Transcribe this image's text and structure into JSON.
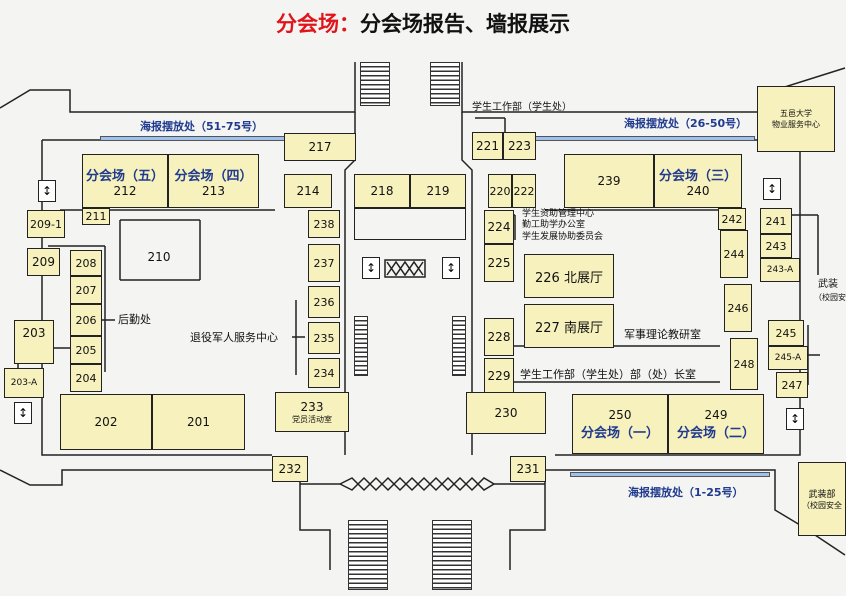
{
  "header": {
    "prefix": "分会场：",
    "title": "分会场报告、墙报展示"
  },
  "poster_areas": [
    {
      "id": "p-left",
      "label": "海报摆放处（51-75号）"
    },
    {
      "id": "p-right",
      "label": "海报摆放处（26-50号）"
    },
    {
      "id": "p-bottom",
      "label": "海报摆放处（1-25号）"
    }
  ],
  "venues": {
    "five": "分会场（五）",
    "four": "分会场（四）",
    "three": "分会场（三）",
    "one": "分会场（一）",
    "two": "分会场（二）"
  },
  "rooms": {
    "r217": "217",
    "r221": "221",
    "r223": "223",
    "r212": "212",
    "r213": "213",
    "r211": "211",
    "r209_1": "209-1",
    "r209": "209",
    "r210": "210",
    "r208": "208",
    "r207": "207",
    "r206": "206",
    "r205": "205",
    "r204": "204",
    "r203": "203",
    "r203a": "203-A",
    "r202": "202",
    "r201": "201",
    "r214": "214",
    "r238": "238",
    "r237": "237",
    "r236": "236",
    "r235": "235",
    "r234": "234",
    "r233": "233",
    "r233_sub": "党员活动室",
    "r218": "218",
    "r219": "219",
    "r220": "220",
    "r222": "222",
    "r224": "224",
    "r225": "225",
    "r226": "226 北展厅",
    "r227": "227 南展厅",
    "r228": "228",
    "r229": "229",
    "r230": "230",
    "r239": "239",
    "r240": "240",
    "r242": "242",
    "r244": "244",
    "r246": "246",
    "r248": "248",
    "r241": "241",
    "r243": "243",
    "r243a": "243-A",
    "r245": "245",
    "r245a": "245-A",
    "r247": "247",
    "r250": "250",
    "r249": "249",
    "r232": "232",
    "r231": "231"
  },
  "labels": {
    "student_affairs": "学生工作部（学生处）",
    "wuyi": "五邑大学",
    "property": "物业服务中心",
    "logistics": "后勤处",
    "veterans": "退役军人服务中心",
    "aid1": "学生资助管理中心",
    "aid2": "勤工助学办公室",
    "aid3": "学生发展协助委员会",
    "military": "军事理论教研室",
    "director": "学生工作部（学生处）部（处）长室",
    "armed": "武装",
    "armed_sub": "（校园安全",
    "armed2": "武装部",
    "armed2_sub": "（校园安全"
  },
  "icons": {
    "lift": "↕"
  }
}
